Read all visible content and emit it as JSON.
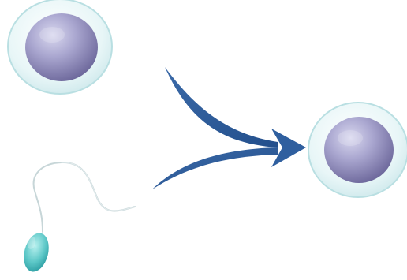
{
  "diagram": {
    "subject": "fertilization",
    "components": [
      {
        "id": "egg-cell",
        "kind": "egg cell"
      },
      {
        "id": "sperm-cell",
        "kind": "sperm cell"
      },
      {
        "id": "zygote",
        "kind": "fertilized egg"
      }
    ],
    "connector": {
      "kind": "merging arrow",
      "from": [
        "egg-cell",
        "sperm-cell"
      ],
      "to": "zygote"
    }
  },
  "colors": {
    "background": "#ffffff",
    "cell_membrane": "#dff3f4",
    "cell_membrane_edge": "#b9dfe2",
    "nucleus_light": "#c9c8e4",
    "nucleus_dark": "#7d79aa",
    "arrow": "#2f5f9f",
    "sperm_head": "#5cc7c7",
    "sperm_tail": "#c7d6d8"
  },
  "icons": {
    "egg": "egg-cell-icon",
    "sperm": "sperm-cell-icon",
    "zygote": "zygote-icon",
    "arrow": "merge-arrow-icon"
  }
}
